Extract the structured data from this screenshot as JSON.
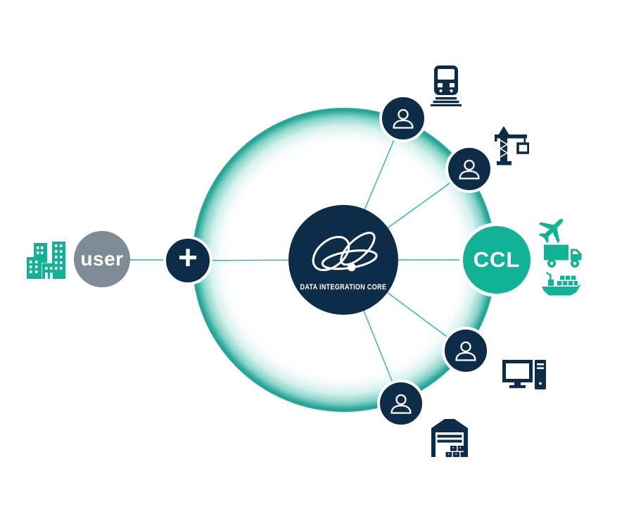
{
  "diagram": {
    "background": "#ffffff",
    "colors": {
      "navy": "#0d2c48",
      "teal": "#12b296",
      "connection_line": "#2db5a3",
      "ring_rim": "#0e9c8b",
      "gray": "#7f8c96",
      "white": "#ffffff"
    },
    "left_group": {
      "buildings_icon": "office-buildings-icon",
      "user_label": "user"
    },
    "plus_label": "+",
    "core": {
      "logo_icon": "orbit-ellipses-logo",
      "label": "DATA INTEGRATION CORE"
    },
    "ccl": {
      "label": "CCL"
    },
    "satellite_nodes": [
      {
        "position": "top",
        "icon": "person"
      },
      {
        "position": "upper-right",
        "icon": "person"
      },
      {
        "position": "lower-right",
        "icon": "person"
      },
      {
        "position": "bottom",
        "icon": "person"
      }
    ],
    "outer_icons": [
      "train-icon",
      "crane-icon",
      "airplane-icon",
      "truck-icon",
      "cargo-ship-icon",
      "computer-icon",
      "warehouse-icon"
    ]
  }
}
